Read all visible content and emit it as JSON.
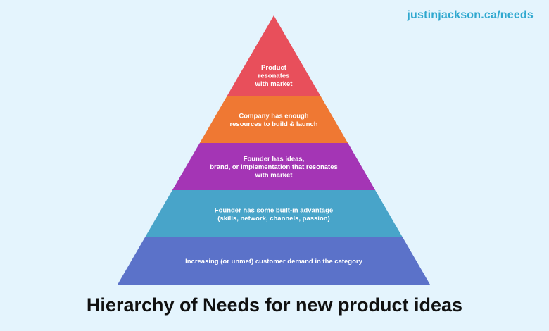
{
  "header": {
    "url": "justinjackson.ca/needs"
  },
  "title": "Hierarchy of Needs for new product ideas",
  "colors": {
    "background": "#e4f4fd",
    "url": "#2fa8cf",
    "title": "#111111",
    "layer_text": "#ffffff"
  },
  "pyramid": {
    "layers": [
      {
        "name": "product-resonates",
        "color": "#e84f5b",
        "lines": [
          "Product",
          "resonates",
          "with market"
        ]
      },
      {
        "name": "company-resources",
        "color": "#ef7833",
        "lines": [
          "Company has enough",
          "resources to build & launch"
        ]
      },
      {
        "name": "founder-ideas",
        "color": "#a435b5",
        "lines": [
          "Founder has ideas,",
          "brand, or implementation that resonates",
          "with market"
        ]
      },
      {
        "name": "founder-advantage",
        "color": "#48a4c9",
        "lines": [
          "Founder has some built-in advantage",
          "(skills, network, channels, passion)"
        ]
      },
      {
        "name": "customer-demand",
        "color": "#5b72c9",
        "lines": [
          "Increasing (or unmet) customer demand in the category"
        ]
      }
    ]
  }
}
